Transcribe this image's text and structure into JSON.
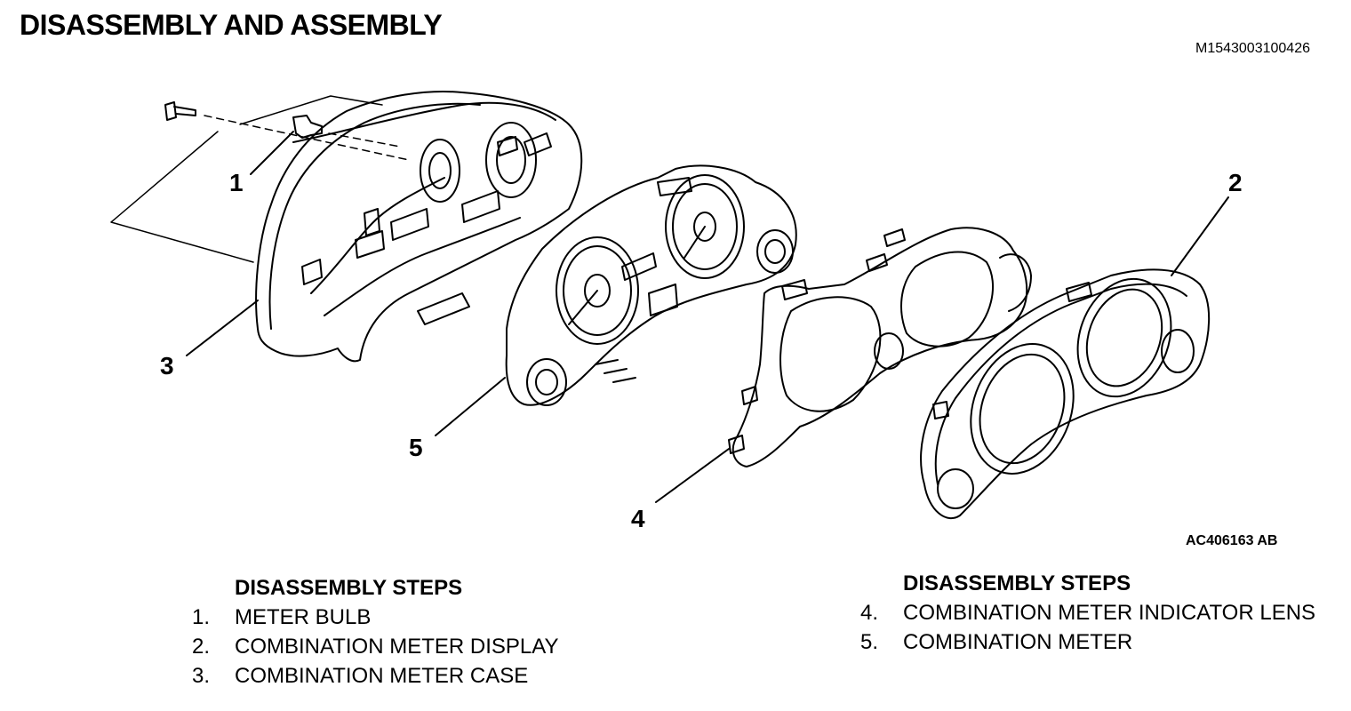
{
  "header": {
    "title": "DISASSEMBLY AND ASSEMBLY",
    "document_id": "M1543003100426"
  },
  "diagram": {
    "figure_id": "AC406163 AB",
    "callouts": [
      "1",
      "2",
      "3",
      "4",
      "5"
    ]
  },
  "steps_left": {
    "heading": "DISASSEMBLY STEPS",
    "items": [
      {
        "num": "1.",
        "label": "METER BULB"
      },
      {
        "num": "2.",
        "label": "COMBINATION METER DISPLAY"
      },
      {
        "num": "3.",
        "label": "COMBINATION METER CASE"
      }
    ]
  },
  "steps_right": {
    "heading": "DISASSEMBLY STEPS",
    "items": [
      {
        "num": "4.",
        "label": "COMBINATION METER INDICATOR LENS"
      },
      {
        "num": "5.",
        "label": "COMBINATION METER"
      }
    ]
  }
}
